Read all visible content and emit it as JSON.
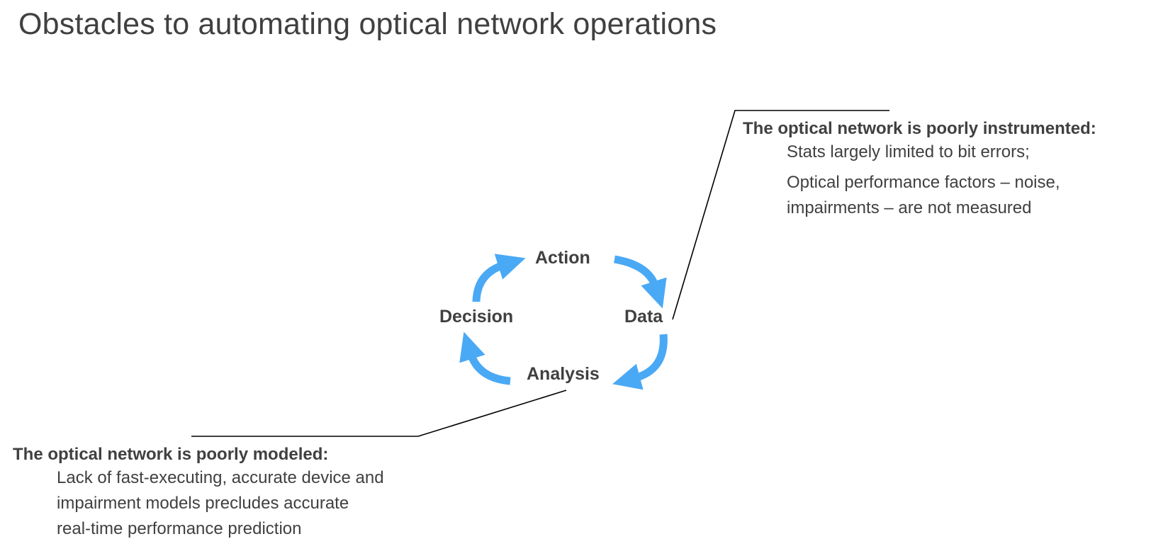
{
  "title": "Obstacles to automating optical network operations",
  "cycle": {
    "steps": [
      "Action",
      "Data",
      "Analysis",
      "Decision"
    ],
    "arrow_color": "#4aa9f5"
  },
  "callouts": {
    "instrumented": {
      "heading": "The optical network is poorly instrumented:",
      "lines": [
        "Stats largely limited to bit errors;",
        "Optical performance factors – noise,",
        "impairments – are not measured"
      ]
    },
    "modeled": {
      "heading": "The optical network is poorly modeled:",
      "lines": [
        "Lack of fast-executing, accurate device and",
        "impairment models precludes accurate",
        "real-time performance prediction"
      ]
    }
  },
  "colors": {
    "text": "#404040",
    "connector": "#000000"
  }
}
